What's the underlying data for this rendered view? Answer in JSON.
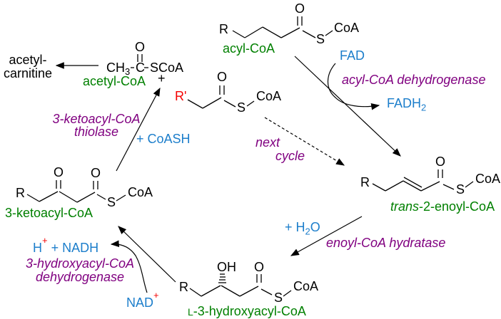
{
  "colors": {
    "molecule_label_green": "#008000",
    "cofactor_blue": "#1c7ecb",
    "enzyme_purple": "#800080",
    "highlight_red": "#f40000",
    "structure_black": "#000000",
    "background": "#ffffff"
  },
  "molecules": {
    "acyl_coa": {
      "label": "acyl-CoA",
      "r": "R",
      "o": "O",
      "s": "S",
      "coa": "CoA"
    },
    "acetyl_coa": {
      "label": "acetyl-CoA",
      "ch": "CH",
      "sub3": "3",
      "c": "C",
      "scoa": "SCoA",
      "o": "O",
      "plus": "+"
    },
    "next_substrate": {
      "r_prime": "R'",
      "o": "O",
      "s": "S",
      "coa": "CoA"
    },
    "trans_2_enoyl_coa": {
      "label_italic": "trans",
      "label_rest": "-2-enoyl-CoA",
      "r": "R",
      "o": "O",
      "s": "S",
      "coa": "CoA"
    },
    "l_3_hydroxyacyl_coa": {
      "label_prefix": "L",
      "label_rest": "-3-hydroxyacyl-CoA",
      "r": "R",
      "oh": "OH",
      "o": "O",
      "s": "S",
      "coa": "CoA"
    },
    "three_ketoacyl_coa": {
      "label": "3-ketoacyl-CoA",
      "r": "R",
      "o1": "O",
      "o2": "O",
      "s": "S",
      "coa": "CoA"
    },
    "acetyl_carnitine": {
      "line1": "acetyl-",
      "line2": "carnitine"
    }
  },
  "enzymes": {
    "acyl_coa_dehydrogenase": "acyl-CoA dehydrogenase",
    "enoyl_coa_hydratase": "enoyl-CoA hydratase",
    "hydroxyacyl_dehydrogenase_line1": "3-hydroxyacyl-CoA",
    "hydroxyacyl_dehydrogenase_line2": "dehydrogenase",
    "thiolase_line1": "3-ketoacyl-CoA",
    "thiolase_line2": "thiolase"
  },
  "cofactors": {
    "fad": "FAD",
    "fadh2_base": "FADH",
    "fadh2_sub": "2",
    "h2o_pre": "+ H",
    "h2o_sub": "2",
    "h2o_post": "O",
    "coash": "+ CoASH",
    "nadh_h": "H",
    "nadh_h_sup": "+",
    "nadh_rest": " + NADH",
    "nad_base": "NAD",
    "nad_sup": "+"
  },
  "annotations": {
    "next_cycle_line1": "next",
    "next_cycle_line2": "cycle"
  }
}
